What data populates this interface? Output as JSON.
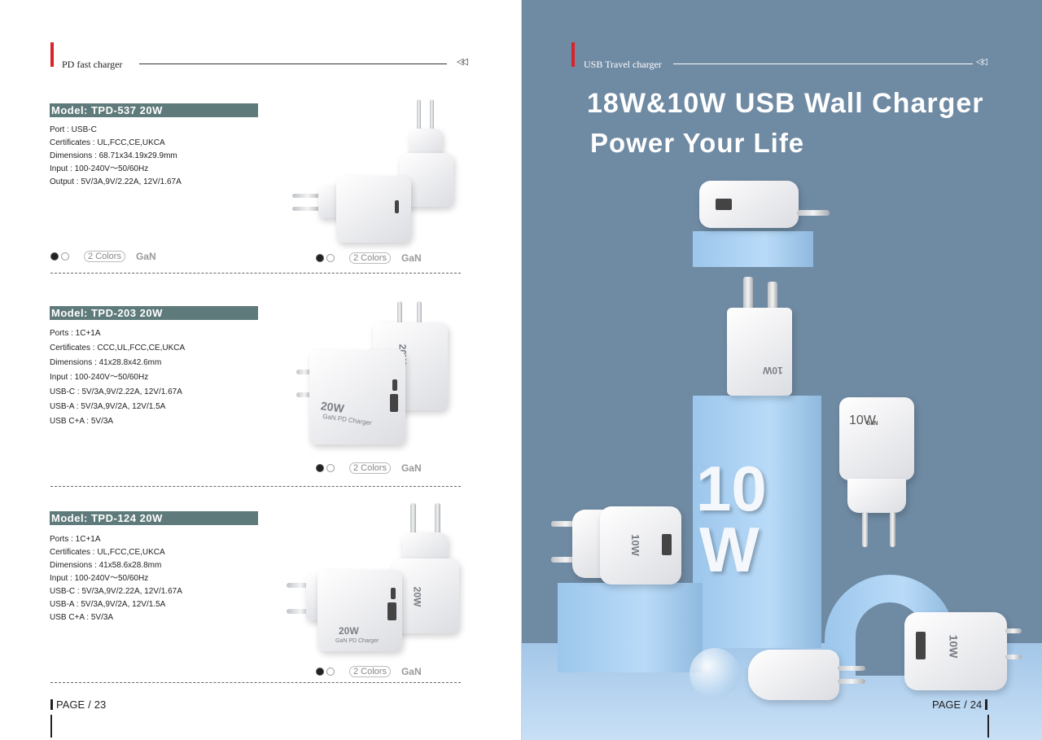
{
  "left_page": {
    "section_title": "PD fast charger",
    "arrows": "◁◁",
    "page_label": "PAGE",
    "page_sep": "/",
    "page_number": "23",
    "products": [
      {
        "model": "Model: TPD-537 20W",
        "specs": [
          "Port : USB-C",
          "Certificates : UL,FCC,CE,UKCA",
          "Dimensions : 68.71x34.19x29.9mm",
          "Input : 100-240V～50/60Hz",
          "Output : 5V/3A,9V/2.22A, 12V/1.67A"
        ],
        "colors_label": "2 Colors",
        "tech_label": "GaN"
      },
      {
        "model": "Model: TPD-203 20W",
        "specs": [
          "Ports : 1C+1A",
          "Certificates : CCC,UL,FCC,CE,UKCA",
          "Dimensions : 41x28.8x42.6mm",
          "Input : 100-240V～50/60Hz",
          "USB-C : 5V/3A,9V/2.22A, 12V/1.67A",
          "USB-A : 5V/3A,9V/2A, 12V/1.5A",
          "USB C+A : 5V/3A"
        ],
        "colors_label": "2 Colors",
        "tech_label": "GaN",
        "device_text": "20W",
        "device_subtext": "GaN PD Charger"
      },
      {
        "model": "Model: TPD-124 20W",
        "specs": [
          "Ports : 1C+1A",
          "Certificates : UL,FCC,CE,UKCA",
          "Dimensions : 41x58.6x28.8mm",
          "Input : 100-240V～50/60Hz",
          "USB-C : 5V/3A,9V/2.22A, 12V/1.67A",
          "USB-A : 5V/3A,9V/2A, 12V/1.5A",
          "USB C+A : 5V/3A"
        ],
        "colors_label": "2 Colors",
        "tech_label": "GaN",
        "device_text": "20W",
        "device_subtext": "GaN PD Charger"
      }
    ]
  },
  "right_page": {
    "section_title": "USB Travel charger",
    "arrows": "◁◁",
    "headline1": "18W&10W USB Wall Charger",
    "headline2": "Power Your Life",
    "big_num_top": "10",
    "big_num_bottom": "W",
    "device_label": "10W",
    "device_sublabel": "GaN",
    "page_label": "PAGE",
    "page_sep": "/",
    "page_number": "24"
  },
  "colors": {
    "accent_red": "#d8232a",
    "model_bar": "#5f7a7a",
    "right_bg": "#6f8aa3"
  }
}
